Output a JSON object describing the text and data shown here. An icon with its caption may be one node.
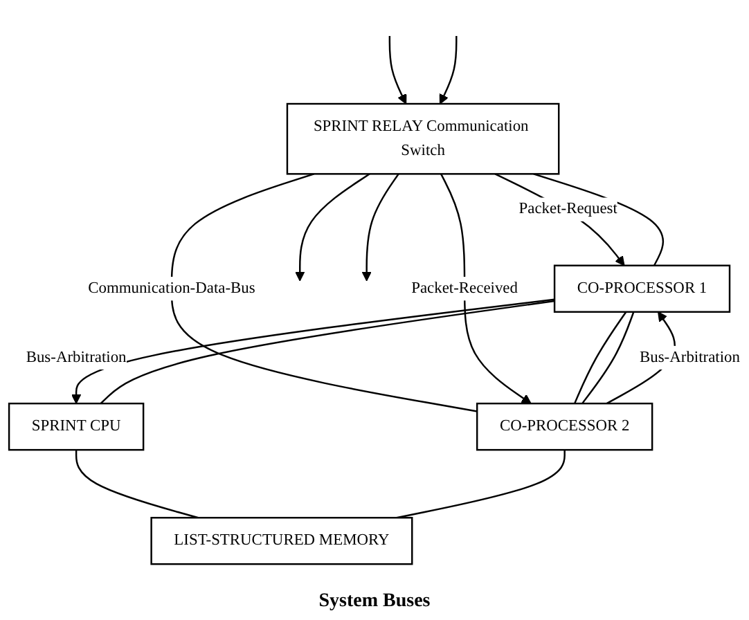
{
  "diagram": {
    "nodes": [
      {
        "text": [
          "SPRINT RELAY Communication Switch"
        ]
      },
      {
        "text": [
          "CO-PROCESSOR 1"
        ]
      },
      {
        "text": [
          "CO-PROCESSOR 2"
        ]
      },
      {
        "text": [
          "SPRINT CPU"
        ]
      },
      {
        "text": [
          "LIST-STRUCTURED MEMORY"
        ]
      }
    ],
    "edges": [
      {
        "from": 0,
        "to": null,
        "arrow": "to"
      },
      {
        "from": null,
        "to": 0,
        "arrow": "to"
      },
      {
        "from": null,
        "to": 0,
        "arrow": "to"
      },
      {
        "from": 0,
        "to": null,
        "arrow": "to"
      },
      {
        "from": 0,
        "to": 1,
        "arrow": "to",
        "label": "Packet-Request"
      },
      {
        "from": 0,
        "to": 1,
        "arrow": "none"
      },
      {
        "from": 0,
        "to": 2,
        "arrow": "none",
        "label": "Communication-Data-Bus"
      },
      {
        "from": 0,
        "to": 2,
        "arrow": "to",
        "label": "Packet-Received"
      },
      {
        "from": 1,
        "to": 2,
        "arrow": "none"
      },
      {
        "from": 2,
        "to": 1,
        "arrow": "to",
        "label": "Bus-Arbitration"
      },
      {
        "from": 1,
        "to": 2,
        "arrow": "none"
      },
      {
        "from": 1,
        "to": 3,
        "arrow": "to",
        "label": "Bus-Arbitration"
      },
      {
        "from": 1,
        "to": 3,
        "arrow": "none"
      },
      {
        "from": 3,
        "to": 4,
        "arrow": "none"
      },
      {
        "from": 2,
        "to": 4,
        "arrow": "none"
      }
    ],
    "labels": [
      "System Buses"
    ]
  }
}
